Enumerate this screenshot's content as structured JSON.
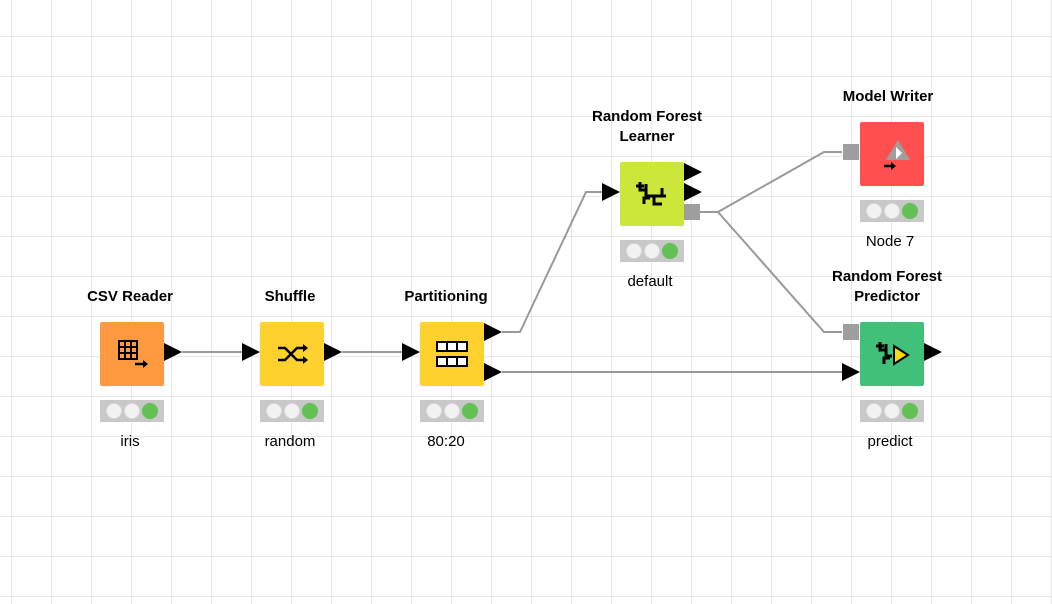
{
  "canvas": {
    "grid_color": "#e6e6e6",
    "connection_color": "#999999"
  },
  "nodes": [
    {
      "id": "csv-reader",
      "title": "CSV Reader",
      "label": "iris",
      "color": "#ff9a40",
      "icon": "table-arrow-icon",
      "status": [
        "off",
        "off",
        "on"
      ]
    },
    {
      "id": "shuffle",
      "title": "Shuffle",
      "label": "random",
      "color": "#ffd12e",
      "icon": "shuffle-icon",
      "status": [
        "off",
        "off",
        "on"
      ]
    },
    {
      "id": "partitioning",
      "title": "Partitioning",
      "label": "80:20",
      "color": "#ffd12e",
      "icon": "partition-icon",
      "status": [
        "off",
        "off",
        "on"
      ]
    },
    {
      "id": "rf-learner",
      "title": "Random Forest\nLearner",
      "label": "default",
      "color": "#cde639",
      "icon": "tree-learner-icon",
      "status": [
        "off",
        "off",
        "on"
      ]
    },
    {
      "id": "model-writer",
      "title": "Model Writer",
      "label": "Node 7",
      "color": "#ff4f4f",
      "icon": "model-writer-icon",
      "status": [
        "off",
        "off",
        "on"
      ]
    },
    {
      "id": "rf-predictor",
      "title": "Random Forest\nPredictor",
      "label": "predict",
      "color": "#41c07a",
      "icon": "tree-predictor-icon",
      "status": [
        "off",
        "off",
        "on"
      ]
    }
  ]
}
